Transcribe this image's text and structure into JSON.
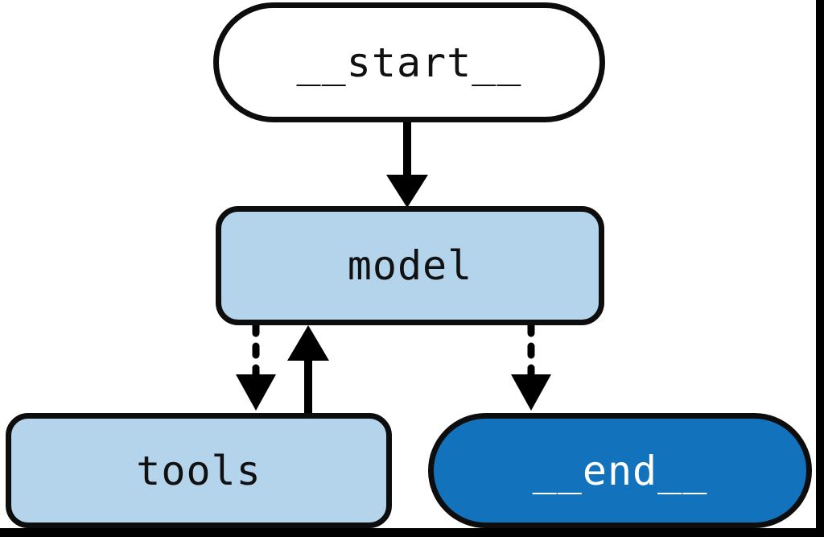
{
  "diagram": {
    "kind": "state-graph",
    "background": "#ffffff",
    "colors": {
      "start_node_fill": "#ffffff",
      "intermediate_node_fill": "#b3d4ea",
      "end_node_fill": "#1272bc",
      "node_border": "#0d0d0d",
      "edge_stroke": "#000000",
      "label_dark": "#111111",
      "label_light": "#ffffff"
    },
    "nodes": [
      {
        "id": "__start__",
        "label": "__start__",
        "shape": "stadium",
        "fill": "white",
        "text_color": "dark"
      },
      {
        "id": "model",
        "label": "model",
        "shape": "rounded-rect",
        "fill": "light-blue",
        "text_color": "dark"
      },
      {
        "id": "tools",
        "label": "tools",
        "shape": "rounded-rect",
        "fill": "light-blue",
        "text_color": "dark"
      },
      {
        "id": "__end__",
        "label": "__end__",
        "shape": "stadium",
        "fill": "dark-blue",
        "text_color": "light"
      }
    ],
    "edges": [
      {
        "from": "__start__",
        "to": "model",
        "style": "solid",
        "direction": "down"
      },
      {
        "from": "model",
        "to": "tools",
        "style": "dashed",
        "direction": "down"
      },
      {
        "from": "tools",
        "to": "model",
        "style": "solid",
        "direction": "up"
      },
      {
        "from": "model",
        "to": "__end__",
        "style": "dashed",
        "direction": "down"
      }
    ]
  }
}
